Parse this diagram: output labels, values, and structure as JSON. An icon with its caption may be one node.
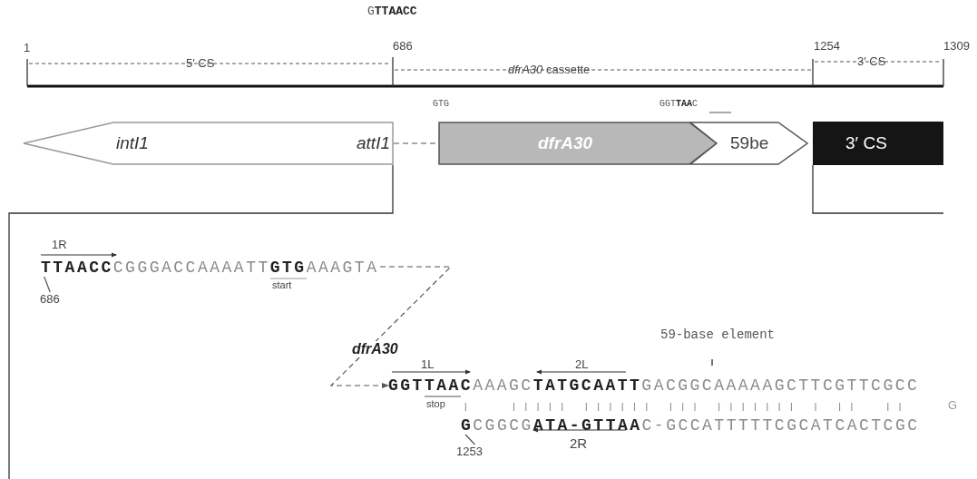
{
  "diagram": {
    "nodes": [
      {
        "text": [
          "*intI1*",
          "*attI1*"
        ]
      },
      {
        "text": [
          "*dfrA30*"
        ]
      },
      {
        "text": [
          "59be"
        ]
      },
      {
        "text": [
          "3′ CS"
        ]
      },
      {
        "text": [
          "**TTAACC**CGGGACCAAAATT**GTG**AAAGTA"
        ]
      },
      {
        "text": [
          "**GGTTAAC**AAAGC**TATGCAATT**GACGGCAAAAAGCTTCGTTCGCC"
        ]
      },
      {
        "text": [
          "686"
        ]
      },
      {
        "text": [
          "1253"
        ]
      },
      {
        "text": [
          "**G**CGGCG**ATA-GTTAA**C-GCCATTTTTCGCATCACTCGC"
        ]
      }
    ],
    "edges": [
      {
        "from": 0,
        "to": 1,
        "arrow": "none",
        "style": "dashed"
      },
      {
        "from": 4,
        "to": 5,
        "arrow": "to",
        "style": "dashed",
        "label": "*dfrA30*"
      },
      {
        "from": 6,
        "to": 4,
        "arrow": "none"
      },
      {
        "from": 7,
        "to": 8,
        "arrow": "none"
      }
    ],
    "labels": [
      "G**TTAACC**",
      "1",
      "686",
      "5′ CS",
      "*dfrA30* cassette",
      "1254",
      "3′ CS",
      "1309",
      "GTG",
      "GGT**TAA**C",
      "1R",
      "start",
      "59-base element",
      "1L",
      "2L",
      "stop",
      "G",
      "2R"
    ]
  }
}
